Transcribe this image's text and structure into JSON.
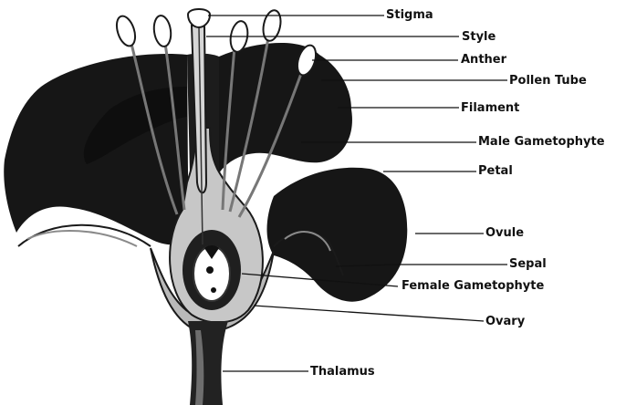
{
  "labels": {
    "stigma": "Stigma",
    "style": "Style",
    "anther": "Anther",
    "pollen_tube": "Pollen Tube",
    "filament": "Filament",
    "male_gametophyte": "Male Gametophyte",
    "petal": "Petal",
    "ovule": "Ovule",
    "sepal": "Sepal",
    "female_gametophyte": "Female Gametophyte",
    "ovary": "Ovary",
    "thalamus": "Thalamus"
  },
  "colors": {
    "petal": "#161616",
    "tissue": "#b9b9b9",
    "outline": "#1a1a1a",
    "background": "#ffffff"
  }
}
